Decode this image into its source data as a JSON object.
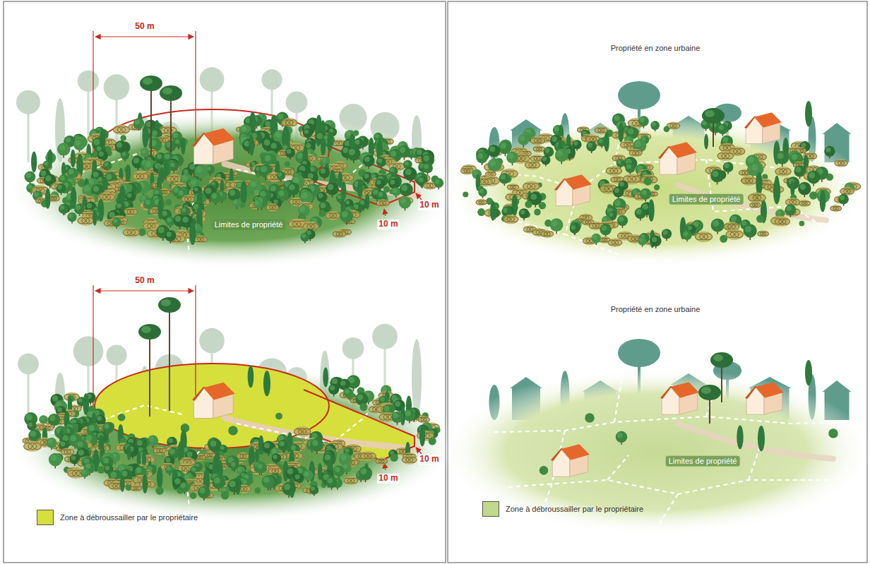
{
  "diagram": {
    "labels": [
      "50 m",
      "10 m",
      "10 m",
      "Limites de propriété",
      "50 m",
      "10 m",
      "10 m",
      "Propriété en zone urbaine",
      "Limites de propriété",
      "Propriété en zone urbaine",
      "Limites de propriété"
    ],
    "legend": [
      {
        "text": "Zone à débroussailler par le propriétaire",
        "color": "#d6df3c"
      },
      {
        "text": "Zone à débroussailler par le propriétaire",
        "color": "#c2d88a"
      }
    ]
  }
}
